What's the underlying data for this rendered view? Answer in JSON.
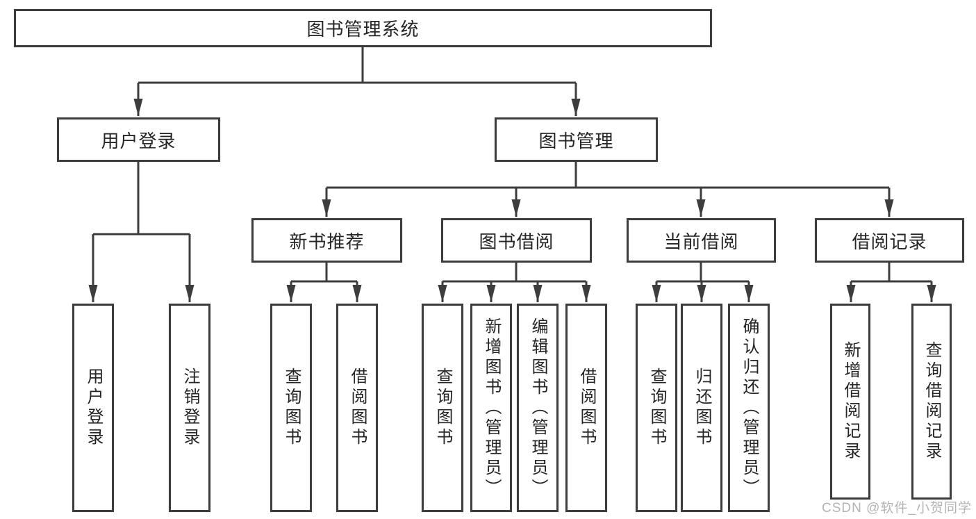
{
  "diagram": {
    "title": "图书管理系统",
    "children": [
      {
        "label": "用户登录",
        "children": [
          "用户登录",
          "注销登录"
        ]
      },
      {
        "label": "图书管理",
        "children": [
          {
            "label": "新书推荐",
            "children": [
              "查询图书",
              "借阅图书"
            ]
          },
          {
            "label": "图书借阅",
            "children": [
              "查询图书",
              "新增图书（管理员）",
              "编辑图书（管理员）",
              "借阅图书"
            ]
          },
          {
            "label": "当前借阅",
            "children": [
              "查询图书",
              "归还图书",
              "确认归还（管理员）"
            ]
          },
          {
            "label": "借阅记录",
            "children": [
              "新增借阅记录",
              "查询借阅记录"
            ]
          }
        ]
      }
    ]
  },
  "watermark": {
    "text": "CSDN @软件_小贺同学"
  },
  "colors": {
    "line": "#3d3d3d",
    "box_border": "#3d3d3d",
    "text": "#252525",
    "watermark": "#b4b4b4",
    "background": "#ffffff"
  }
}
